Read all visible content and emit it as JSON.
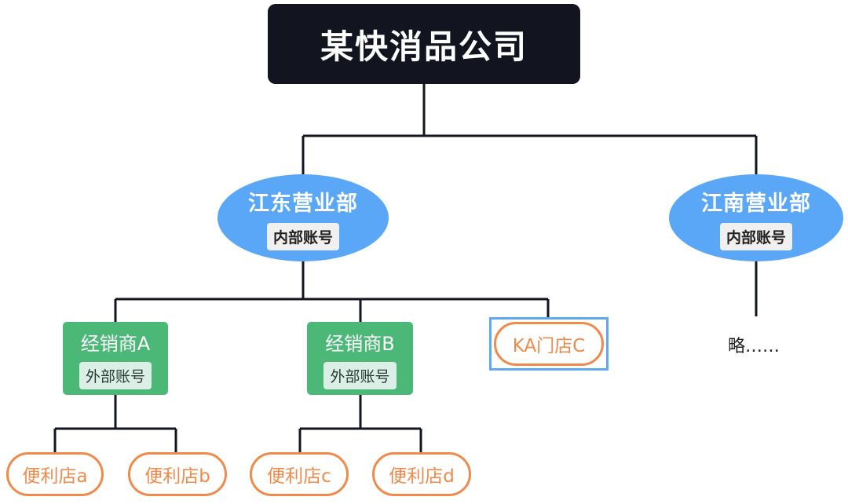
{
  "root": {
    "title": "某快消品公司"
  },
  "departments": [
    {
      "title": "江东营业部",
      "badge": "内部账号"
    },
    {
      "title": "江南营业部",
      "badge": "内部账号"
    }
  ],
  "distributors": [
    {
      "title": "经销商A",
      "badge": "外部账号"
    },
    {
      "title": "经销商B",
      "badge": "外部账号"
    }
  ],
  "ka_store": {
    "label": "KA门店C"
  },
  "stores": [
    {
      "label": "便利店a"
    },
    {
      "label": "便利店b"
    },
    {
      "label": "便利店c"
    },
    {
      "label": "便利店d"
    }
  ],
  "omitted_text": "略……",
  "colors": {
    "root": "#121420",
    "department": "#5aa7f7",
    "distributor": "#4bb877",
    "store": "#f08a4b",
    "highlight": "#60a8f0",
    "line": "#121420"
  }
}
